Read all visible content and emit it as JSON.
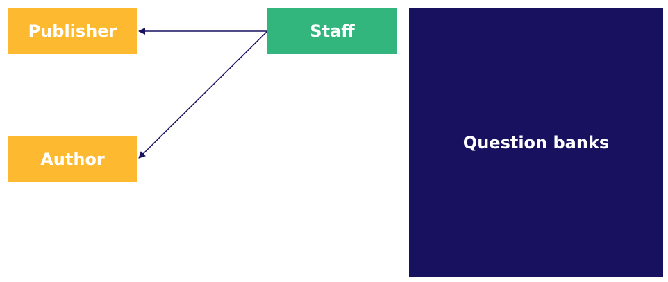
{
  "colors": {
    "role_fill": "#FDBA30",
    "staff_fill": "#32B67E",
    "bank_fill": "#171160",
    "edge_stroke": "#171160",
    "text": "#FFFFFF"
  },
  "nodes": {
    "publisher": {
      "label": "Publisher"
    },
    "author": {
      "label": "Author"
    },
    "staff": {
      "label": "Staff"
    },
    "question_banks": {
      "label": "Question banks"
    }
  },
  "edges": [
    {
      "from": "Staff",
      "to": "Publisher"
    },
    {
      "from": "Staff",
      "to": "Author"
    }
  ]
}
